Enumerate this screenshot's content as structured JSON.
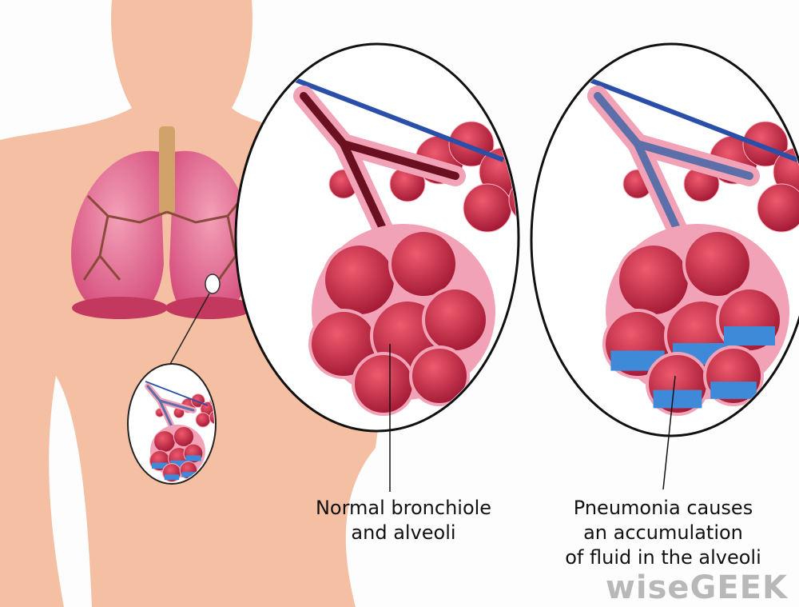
{
  "labels": {
    "normal": [
      "Normal bronchiole",
      "and alveoli"
    ],
    "pneumonia": [
      "Pneumonia causes",
      "an accumulation",
      "of fluid in the alveoli"
    ]
  },
  "watermark": "wiseGEEK",
  "colors": {
    "skin": "#f4bfa2",
    "lung": "#e46a90",
    "alveoli": "#c8203f",
    "membrane": "#f2a2b6",
    "fluid": "#3f8ad8",
    "vessel": "#2a4fa8"
  }
}
